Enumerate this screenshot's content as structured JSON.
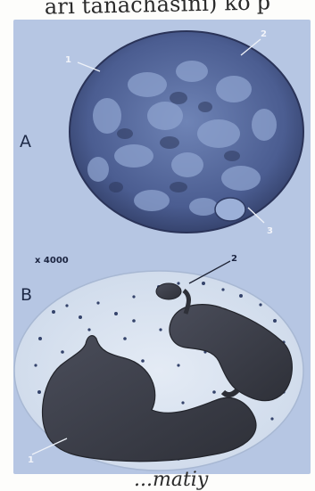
{
  "page": {
    "top_text": "ari tanachasini) ko'p",
    "bottom_text": "...matiy"
  },
  "figure": {
    "panel_a": {
      "letter": "A",
      "magnification": "x 4000",
      "labels": [
        "1",
        "2",
        "3"
      ]
    },
    "panel_b": {
      "letter": "B",
      "labels": [
        "2",
        "1"
      ]
    }
  },
  "colors": {
    "background": "#b6c6e3",
    "nucleus_a": "#4f6296",
    "nucleus_b": "#3c3f4b",
    "cytoplasm_b": "#d7e1ee",
    "granules": "#2f3c62"
  }
}
